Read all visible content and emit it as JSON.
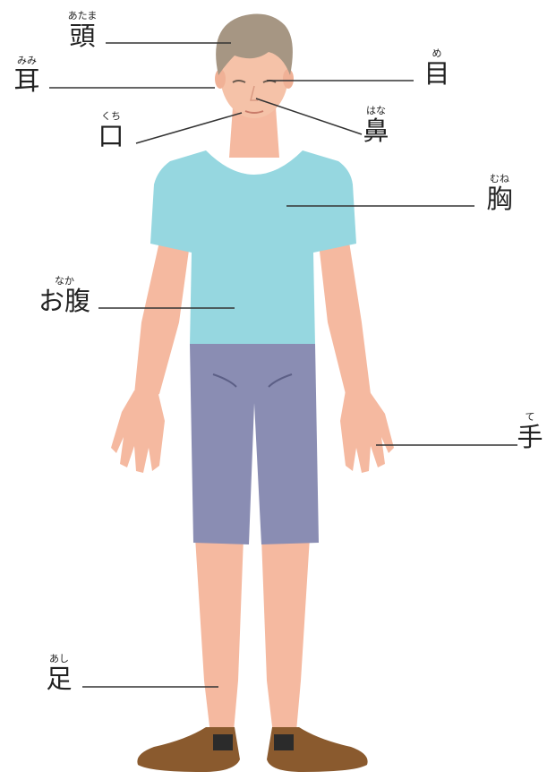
{
  "labels": {
    "head": {
      "kana": "あたま",
      "kanji": "頭"
    },
    "ear": {
      "kana": "みみ",
      "kanji": "耳"
    },
    "mouth": {
      "kana": "くち",
      "kanji": "口"
    },
    "eye": {
      "kana": "め",
      "kanji": "目"
    },
    "nose": {
      "kana": "はな",
      "kanji": "鼻"
    },
    "chest": {
      "kana": "むね",
      "kanji": "胸"
    },
    "stomach": {
      "kana": "なか",
      "kanji": "お腹"
    },
    "hand": {
      "kana": "て",
      "kanji": "手"
    },
    "foot": {
      "kana": "あし",
      "kanji": "足"
    }
  },
  "colors": {
    "skin": "#f5b9a0",
    "hair": "#a69683",
    "shirt": "#96d7e0",
    "shorts": "#8a8db3",
    "shoes": "#8a5a2e",
    "leader_line": "#333333"
  }
}
